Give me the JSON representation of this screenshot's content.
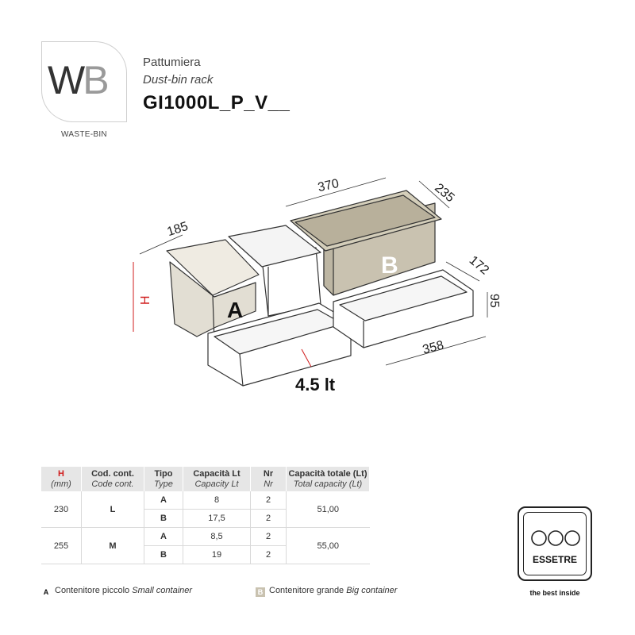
{
  "brand": {
    "logo_letters": [
      "W",
      "B"
    ],
    "subtitle": "WASTE-BIN"
  },
  "title": {
    "italian": "Pattumiera",
    "english": "Dust-bin rack",
    "code": "GI1000L_P_V__"
  },
  "drawing": {
    "dimensions": {
      "width_small": "185",
      "width_large": "370",
      "depth": "235",
      "tray_depth": "172",
      "tray_height": "95",
      "tray_width": "358",
      "height_label": "H"
    },
    "bin_labels": {
      "small": "A",
      "large": "B"
    },
    "tray_capacity": "4.5 lt",
    "colors": {
      "height_marker": "#d01c1c",
      "bin_b_fill": "#c9c2b0"
    }
  },
  "table": {
    "headers": [
      {
        "main": "H",
        "sub": "(mm)"
      },
      {
        "main": "Cod. cont.",
        "sub": "Code cont."
      },
      {
        "main": "Tipo",
        "sub": "Type"
      },
      {
        "main": "Capacità Lt",
        "sub": "Capacity Lt"
      },
      {
        "main": "Nr",
        "sub": "Nr"
      },
      {
        "main": "Capacità totale (Lt)",
        "sub": "Total capacity (Lt)"
      }
    ],
    "groups": [
      {
        "h": "230",
        "code": "L",
        "total": "51,00",
        "rows": [
          {
            "type": "A",
            "capacity": "8",
            "nr": "2"
          },
          {
            "type": "B",
            "capacity": "17,5",
            "nr": "2"
          }
        ]
      },
      {
        "h": "255",
        "code": "M",
        "total": "55,00",
        "rows": [
          {
            "type": "A",
            "capacity": "8,5",
            "nr": "2"
          },
          {
            "type": "B",
            "capacity": "19",
            "nr": "2"
          }
        ]
      }
    ]
  },
  "legend": {
    "a": {
      "letter": "A",
      "it": "Contenitore piccolo",
      "en": "Small container"
    },
    "b": {
      "letter": "B",
      "it": "Contenitore grande",
      "en": "Big container"
    }
  },
  "maker": {
    "name": "ESSETRE",
    "tagline": "the best inside"
  }
}
